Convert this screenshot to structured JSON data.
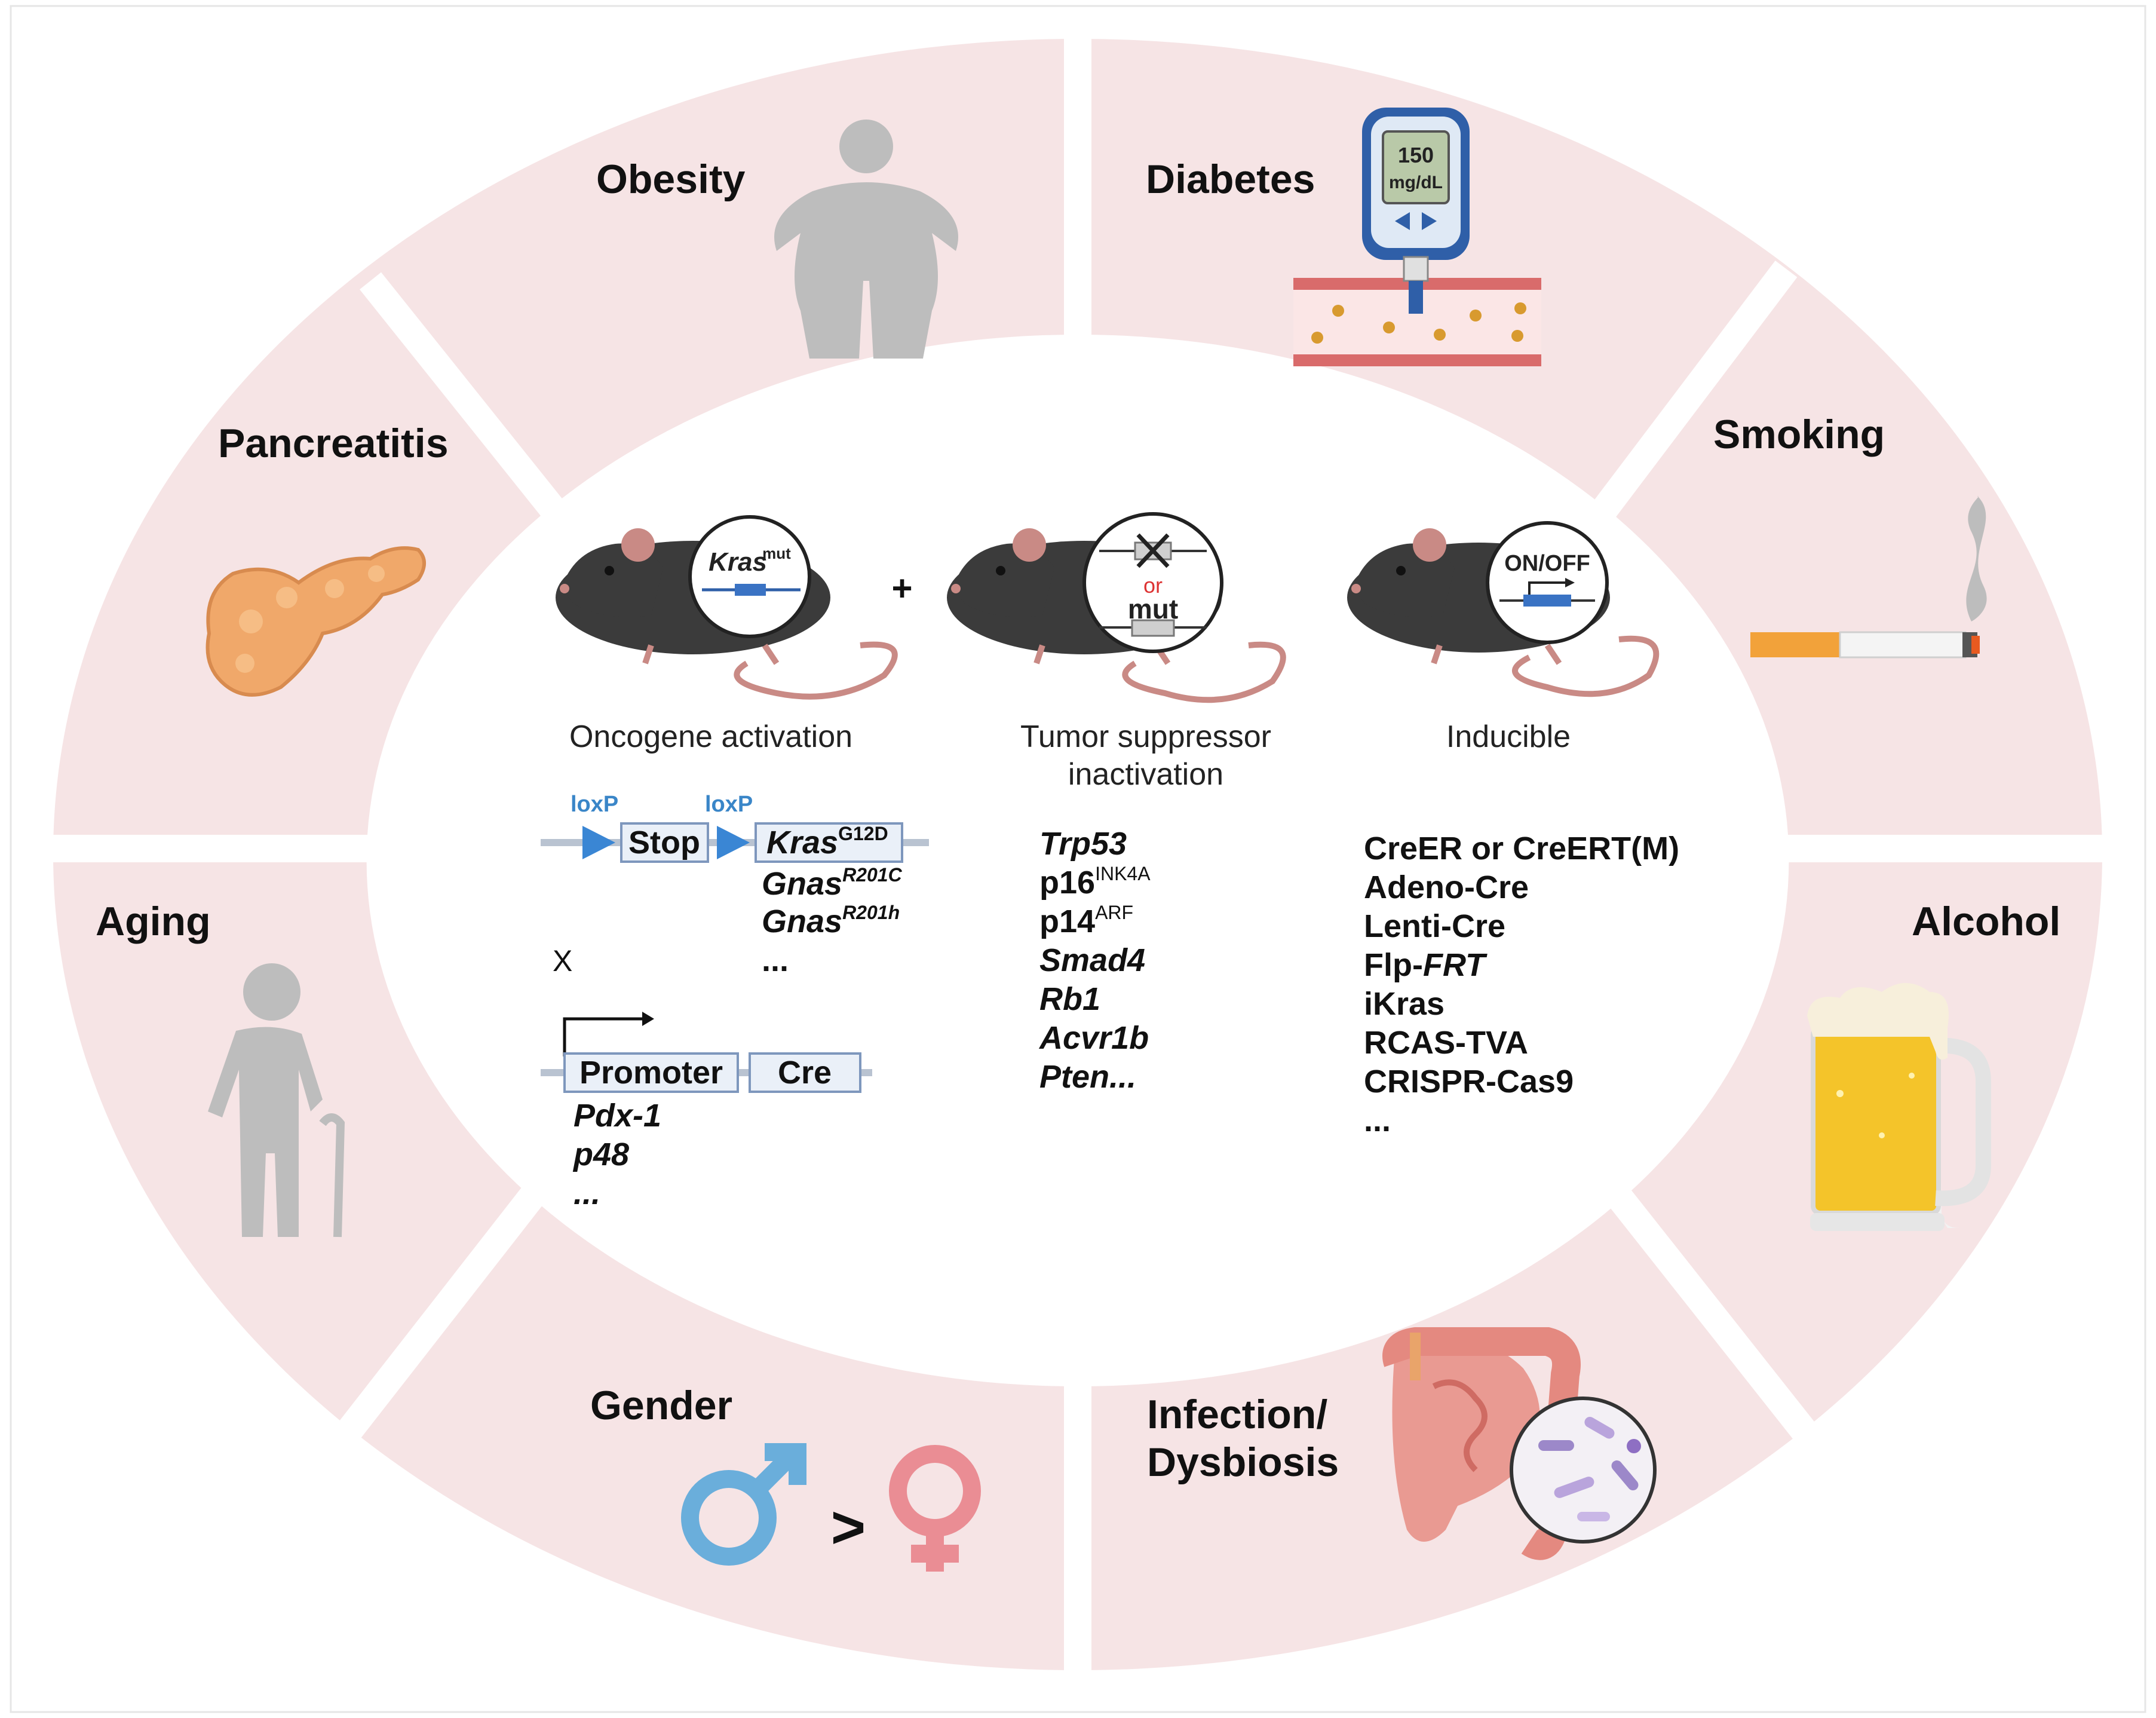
{
  "ring_color": "#f6e4e5",
  "segments": {
    "obesity": "Obesity",
    "diabetes": "Diabetes",
    "smoking": "Smoking",
    "alcohol": "Alcohol",
    "infection_line1": "Infection/",
    "infection_line2": "Dysbiosis",
    "gender": "Gender",
    "aging": "Aging",
    "pancreatitis": "Pancreatitis"
  },
  "glucometer": {
    "value": "150",
    "unit": "mg/dL"
  },
  "gender_symbol": ">",
  "mouse_badges": {
    "oncogene_gene": "Kras",
    "oncogene_sup": "mut",
    "suppressor_or": "or",
    "suppressor_mut": "mut",
    "inducible": "ON/OFF"
  },
  "plus": "+",
  "columns": {
    "oncogene": {
      "title": "Oncogene activation",
      "loxp1": "loxP",
      "loxp2": "loxP",
      "stop": "Stop",
      "kras": "Kras",
      "kras_sup": "G12D",
      "gnas1": "Gnas",
      "gnas1_sup": "R201C",
      "gnas2": "Gnas",
      "gnas2_sup": "R201h",
      "more": "...",
      "cross": "X",
      "promoter": "Promoter",
      "cre": "Cre",
      "pdx": "Pdx-1",
      "p48": "p48",
      "more2": "..."
    },
    "suppressor": {
      "title_line1": "Tumor suppressor",
      "title_line2": "inactivation",
      "trp53": "Trp53",
      "p16": "p16",
      "p16_sup": "INK4A",
      "p14": "p14",
      "p14_sup": "ARF",
      "smad4": "Smad4",
      "rb1": "Rb1",
      "acvr1b": "Acvr1b",
      "pten": "Pten..."
    },
    "inducible": {
      "title": "Inducible",
      "item1": "CreER or CreERT(M)",
      "item2": "Adeno-Cre",
      "item3": "Lenti-Cre",
      "item4_a": "Flp-",
      "item4_b": "FRT",
      "item5": "iKras",
      "item6": "RCAS-TVA",
      "item7": "CRISPR-Cas9",
      "item8": "..."
    }
  }
}
